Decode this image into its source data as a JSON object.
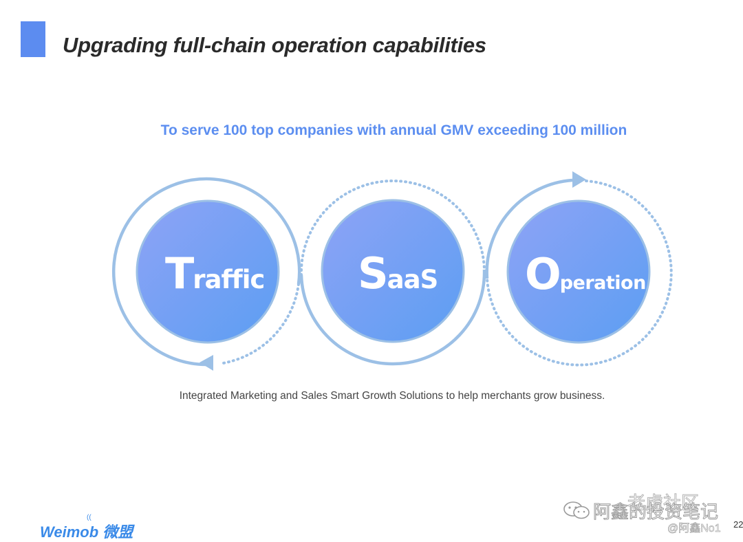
{
  "slide": {
    "title": "Upgrading full-chain operation capabilities",
    "subtitle": "To serve 100 top companies with annual GMV exceeding 100 million",
    "circles": [
      {
        "initial": "T",
        "rest": "raffic"
      },
      {
        "initial": "S",
        "rest": "aaS"
      },
      {
        "initial": "O",
        "rest": "peration"
      }
    ],
    "description": "Integrated Marketing and Sales Smart Growth Solutions to help merchants grow business.",
    "logo_text": "Weimob 微盟",
    "page_number": "22"
  },
  "watermark": {
    "community": "老虎社区",
    "channel": "阿鑫的投资笔记",
    "user": "@阿鑫No1"
  },
  "colors": {
    "accent": "#5c8cf0",
    "circle_fill_start": "#8aa4f5",
    "circle_fill_end": "#5e9cf2",
    "ring": "#9cc0e6"
  },
  "icons": [
    "wechat-icon",
    "arrow-head-icon"
  ]
}
